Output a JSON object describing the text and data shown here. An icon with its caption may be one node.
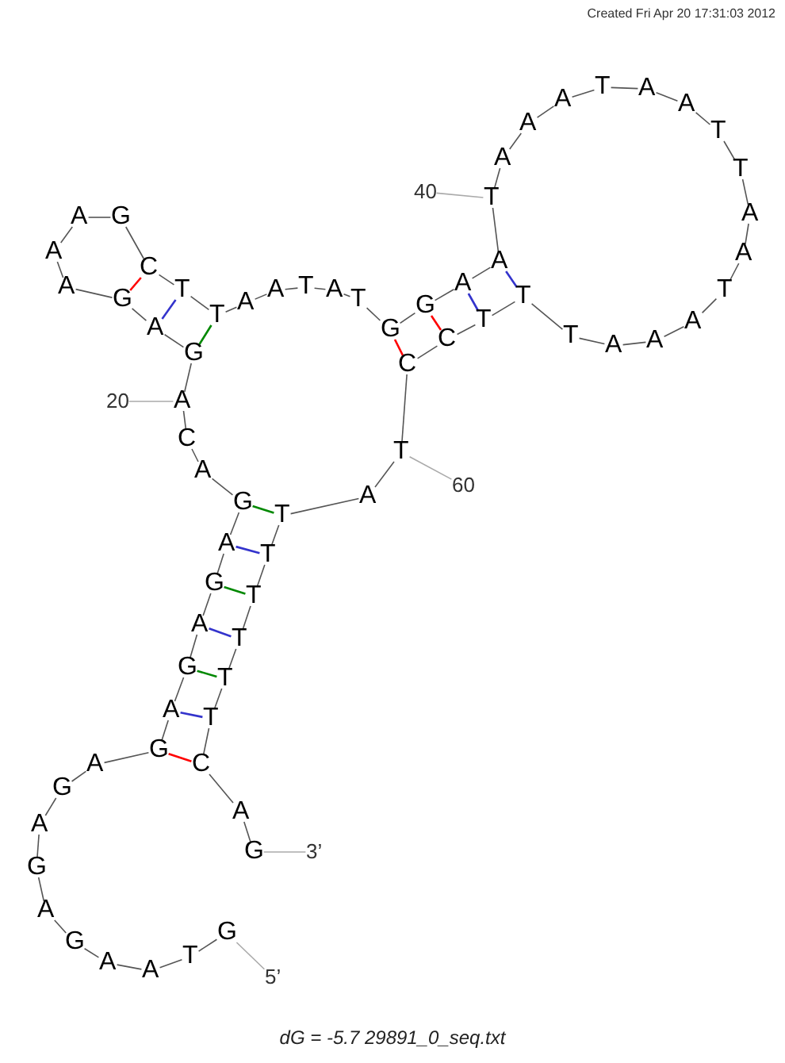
{
  "diagram": {
    "caption": "dG = -5.7 29891_0_seq.txt",
    "nodes": [
      {
        "text": [
          "G"
        ]
      },
      {
        "text": [
          "T"
        ]
      },
      {
        "text": [
          "A"
        ]
      },
      {
        "text": [
          "A"
        ]
      },
      {
        "text": [
          "G"
        ]
      },
      {
        "text": [
          "A"
        ]
      },
      {
        "text": [
          "G"
        ]
      },
      {
        "text": [
          "A"
        ]
      },
      {
        "text": [
          "G"
        ]
      },
      {
        "text": [
          "A"
        ]
      },
      {
        "text": [
          "G"
        ]
      },
      {
        "text": [
          "A"
        ]
      },
      {
        "text": [
          "G"
        ]
      },
      {
        "text": [
          "A"
        ]
      },
      {
        "text": [
          "G"
        ]
      },
      {
        "text": [
          "A"
        ]
      },
      {
        "text": [
          "G"
        ]
      },
      {
        "text": [
          "A"
        ]
      },
      {
        "text": [
          "C"
        ]
      },
      {
        "text": [
          "A"
        ]
      },
      {
        "text": [
          "G"
        ]
      },
      {
        "text": [
          "A"
        ]
      },
      {
        "text": [
          "G"
        ]
      },
      {
        "text": [
          "A"
        ]
      },
      {
        "text": [
          "A"
        ]
      },
      {
        "text": [
          "A"
        ]
      },
      {
        "text": [
          "G"
        ]
      },
      {
        "text": [
          "C"
        ]
      },
      {
        "text": [
          "T"
        ]
      },
      {
        "text": [
          "T"
        ]
      },
      {
        "text": [
          "A"
        ]
      },
      {
        "text": [
          "A"
        ]
      },
      {
        "text": [
          "T"
        ]
      },
      {
        "text": [
          "A"
        ]
      },
      {
        "text": [
          "T"
        ]
      },
      {
        "text": [
          "G"
        ]
      },
      {
        "text": [
          "G"
        ]
      },
      {
        "text": [
          "A"
        ]
      },
      {
        "text": [
          "A"
        ]
      },
      {
        "text": [
          "T"
        ]
      },
      {
        "text": [
          "A"
        ]
      },
      {
        "text": [
          "A"
        ]
      },
      {
        "text": [
          "A"
        ]
      },
      {
        "text": [
          "T"
        ]
      },
      {
        "text": [
          "A"
        ]
      },
      {
        "text": [
          "A"
        ]
      },
      {
        "text": [
          "T"
        ]
      },
      {
        "text": [
          "T"
        ]
      },
      {
        "text": [
          "A"
        ]
      },
      {
        "text": [
          "A"
        ]
      },
      {
        "text": [
          "T"
        ]
      },
      {
        "text": [
          "A"
        ]
      },
      {
        "text": [
          "A"
        ]
      },
      {
        "text": [
          "A"
        ]
      },
      {
        "text": [
          "T"
        ]
      },
      {
        "text": [
          "T"
        ]
      },
      {
        "text": [
          "T"
        ]
      },
      {
        "text": [
          "C"
        ]
      },
      {
        "text": [
          "C"
        ]
      },
      {
        "text": [
          "T"
        ]
      },
      {
        "text": [
          "A"
        ]
      },
      {
        "text": [
          "T"
        ]
      },
      {
        "text": [
          "T"
        ]
      },
      {
        "text": [
          "T"
        ]
      },
      {
        "text": [
          "T"
        ]
      },
      {
        "text": [
          "T"
        ]
      },
      {
        "text": [
          "T"
        ]
      },
      {
        "text": [
          "C"
        ]
      },
      {
        "text": [
          "A"
        ]
      },
      {
        "text": [
          "G"
        ]
      },
      {
        "text": [
          "5’"
        ]
      },
      {
        "text": [
          "20"
        ]
      },
      {
        "text": [
          "40"
        ]
      },
      {
        "text": [
          "60"
        ]
      },
      {
        "text": [
          "3’"
        ]
      }
    ],
    "edges": [
      {
        "from": 0,
        "to": 1,
        "arrow": "none"
      },
      {
        "from": 1,
        "to": 2,
        "arrow": "none"
      },
      {
        "from": 2,
        "to": 3,
        "arrow": "none"
      },
      {
        "from": 3,
        "to": 4,
        "arrow": "none"
      },
      {
        "from": 4,
        "to": 5,
        "arrow": "none"
      },
      {
        "from": 5,
        "to": 6,
        "arrow": "none"
      },
      {
        "from": 6,
        "to": 7,
        "arrow": "none"
      },
      {
        "from": 7,
        "to": 8,
        "arrow": "none"
      },
      {
        "from": 8,
        "to": 9,
        "arrow": "none"
      },
      {
        "from": 9,
        "to": 10,
        "arrow": "none"
      },
      {
        "from": 10,
        "to": 11,
        "arrow": "none"
      },
      {
        "from": 11,
        "to": 12,
        "arrow": "none"
      },
      {
        "from": 12,
        "to": 13,
        "arrow": "none"
      },
      {
        "from": 13,
        "to": 14,
        "arrow": "none"
      },
      {
        "from": 14,
        "to": 15,
        "arrow": "none"
      },
      {
        "from": 15,
        "to": 16,
        "arrow": "none"
      },
      {
        "from": 16,
        "to": 17,
        "arrow": "none"
      },
      {
        "from": 17,
        "to": 18,
        "arrow": "none"
      },
      {
        "from": 18,
        "to": 19,
        "arrow": "none"
      },
      {
        "from": 19,
        "to": 20,
        "arrow": "none"
      },
      {
        "from": 20,
        "to": 21,
        "arrow": "none"
      },
      {
        "from": 21,
        "to": 22,
        "arrow": "none"
      },
      {
        "from": 22,
        "to": 23,
        "arrow": "none"
      },
      {
        "from": 23,
        "to": 24,
        "arrow": "none"
      },
      {
        "from": 24,
        "to": 25,
        "arrow": "none"
      },
      {
        "from": 25,
        "to": 26,
        "arrow": "none"
      },
      {
        "from": 26,
        "to": 27,
        "arrow": "none"
      },
      {
        "from": 27,
        "to": 28,
        "arrow": "none"
      },
      {
        "from": 28,
        "to": 29,
        "arrow": "none"
      },
      {
        "from": 29,
        "to": 30,
        "arrow": "none"
      },
      {
        "from": 30,
        "to": 31,
        "arrow": "none"
      },
      {
        "from": 31,
        "to": 32,
        "arrow": "none"
      },
      {
        "from": 32,
        "to": 33,
        "arrow": "none"
      },
      {
        "from": 33,
        "to": 34,
        "arrow": "none"
      },
      {
        "from": 34,
        "to": 35,
        "arrow": "none"
      },
      {
        "from": 35,
        "to": 36,
        "arrow": "none"
      },
      {
        "from": 36,
        "to": 37,
        "arrow": "none"
      },
      {
        "from": 37,
        "to": 38,
        "arrow": "none"
      },
      {
        "from": 38,
        "to": 39,
        "arrow": "none"
      },
      {
        "from": 39,
        "to": 40,
        "arrow": "none"
      },
      {
        "from": 40,
        "to": 41,
        "arrow": "none"
      },
      {
        "from": 41,
        "to": 42,
        "arrow": "none"
      },
      {
        "from": 42,
        "to": 43,
        "arrow": "none"
      },
      {
        "from": 43,
        "to": 44,
        "arrow": "none"
      },
      {
        "from": 44,
        "to": 45,
        "arrow": "none"
      },
      {
        "from": 45,
        "to": 46,
        "arrow": "none"
      },
      {
        "from": 46,
        "to": 47,
        "arrow": "none"
      },
      {
        "from": 47,
        "to": 48,
        "arrow": "none"
      },
      {
        "from": 48,
        "to": 49,
        "arrow": "none"
      },
      {
        "from": 49,
        "to": 50,
        "arrow": "none"
      },
      {
        "from": 50,
        "to": 51,
        "arrow": "none"
      },
      {
        "from": 51,
        "to": 52,
        "arrow": "none"
      },
      {
        "from": 52,
        "to": 53,
        "arrow": "none"
      },
      {
        "from": 53,
        "to": 54,
        "arrow": "none"
      },
      {
        "from": 54,
        "to": 55,
        "arrow": "none"
      },
      {
        "from": 55,
        "to": 56,
        "arrow": "none"
      },
      {
        "from": 56,
        "to": 57,
        "arrow": "none"
      },
      {
        "from": 57,
        "to": 58,
        "arrow": "none"
      },
      {
        "from": 58,
        "to": 59,
        "arrow": "none"
      },
      {
        "from": 59,
        "to": 60,
        "arrow": "none"
      },
      {
        "from": 60,
        "to": 61,
        "arrow": "none"
      },
      {
        "from": 61,
        "to": 62,
        "arrow": "none"
      },
      {
        "from": 62,
        "to": 63,
        "arrow": "none"
      },
      {
        "from": 63,
        "to": 64,
        "arrow": "none"
      },
      {
        "from": 64,
        "to": 65,
        "arrow": "none"
      },
      {
        "from": 65,
        "to": 66,
        "arrow": "none"
      },
      {
        "from": 66,
        "to": 67,
        "arrow": "none"
      },
      {
        "from": 67,
        "to": 68,
        "arrow": "none"
      },
      {
        "from": 68,
        "to": 69,
        "arrow": "none"
      },
      {
        "from": 10,
        "to": 67,
        "arrow": "none",
        "color": "#ff0000"
      },
      {
        "from": 11,
        "to": 66,
        "arrow": "none",
        "color": "#3333cc"
      },
      {
        "from": 12,
        "to": 65,
        "arrow": "none",
        "color": "#008800"
      },
      {
        "from": 13,
        "to": 64,
        "arrow": "none",
        "color": "#3333cc"
      },
      {
        "from": 14,
        "to": 63,
        "arrow": "none",
        "color": "#008800"
      },
      {
        "from": 15,
        "to": 62,
        "arrow": "none",
        "color": "#3333cc"
      },
      {
        "from": 16,
        "to": 61,
        "arrow": "none",
        "color": "#008800"
      },
      {
        "from": 20,
        "to": 29,
        "arrow": "none",
        "color": "#008800"
      },
      {
        "from": 21,
        "to": 28,
        "arrow": "none",
        "color": "#3333cc"
      },
      {
        "from": 22,
        "to": 27,
        "arrow": "none",
        "color": "#ff0000"
      },
      {
        "from": 35,
        "to": 58,
        "arrow": "none",
        "color": "#ff0000"
      },
      {
        "from": 36,
        "to": 57,
        "arrow": "none",
        "color": "#ff0000"
      },
      {
        "from": 37,
        "to": 56,
        "arrow": "none",
        "color": "#3333cc"
      },
      {
        "from": 38,
        "to": 55,
        "arrow": "none",
        "color": "#3333cc"
      },
      {
        "from": 70,
        "to": 0,
        "arrow": "none",
        "color": "#aaaaaa"
      },
      {
        "from": 71,
        "to": 19,
        "arrow": "none",
        "color": "#aaaaaa"
      },
      {
        "from": 72,
        "to": 39,
        "arrow": "none",
        "color": "#aaaaaa"
      },
      {
        "from": 73,
        "to": 59,
        "arrow": "none",
        "color": "#aaaaaa"
      },
      {
        "from": 74,
        "to": 69,
        "arrow": "none",
        "color": "#aaaaaa"
      }
    ],
    "labels": [
      "Created Fri Apr 20 17:31:03 2012"
    ]
  }
}
